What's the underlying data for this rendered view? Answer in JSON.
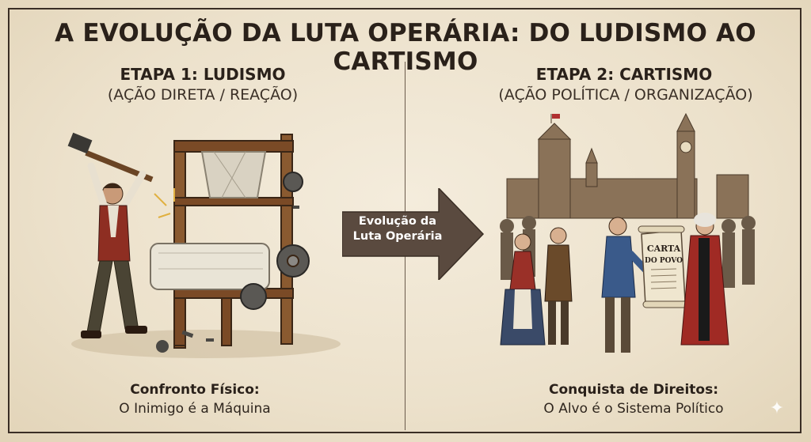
{
  "title": "A EVOLUÇÃO DA LUTA OPERÁRIA: DO LUDISMO AO CARTISMO",
  "stage1": {
    "title": "ETAPA 1: LUDISMO",
    "subtitle": "(AÇÃO DIRETA / REAÇÃO)",
    "caption_bold": "Confronto Físico:",
    "caption": "O Inimigo é a Máquina"
  },
  "arrow": {
    "line1": "Evolução da",
    "line2": "Luta Operária"
  },
  "stage2": {
    "title": "ETAPA 2: CARTISMO",
    "subtitle": "(AÇÃO POLÍTICA / ORGANIZAÇÃO)",
    "scroll_line1": "CARTA",
    "scroll_line2": "DO POVO",
    "caption_bold": "Conquista de Direitos:",
    "caption": "O Alvo é o Sistema Político"
  },
  "icons": {
    "sparkle": "sparkle-icon"
  },
  "colors": {
    "background": "#efe6d3",
    "ink": "#2a211a",
    "arrow": "#5a4a3f",
    "wood": "#7a4a26"
  }
}
